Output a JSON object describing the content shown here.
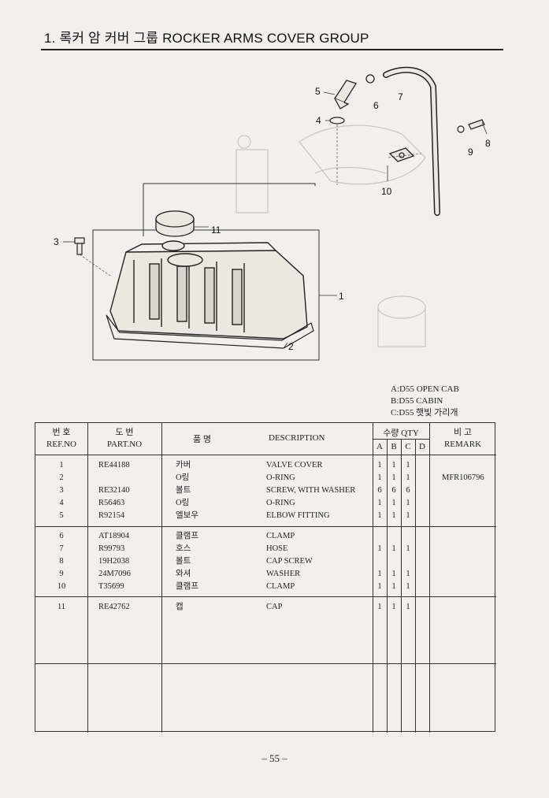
{
  "page": {
    "title": "1. 록커 암 커버 그룹  ROCKER ARMS COVER GROUP",
    "page_number": "– 55 –"
  },
  "diagram": {
    "callouts": [
      "1",
      "2",
      "3",
      "4",
      "5",
      "6",
      "7",
      "8",
      "9",
      "10",
      "11"
    ]
  },
  "legend": {
    "lines": [
      "A:D55 OPEN CAB",
      "B:D55 CABIN",
      "C:D55 햇빛 가리개"
    ]
  },
  "table": {
    "headers": {
      "ref_ko": "번 호",
      "ref_en": "REF.NO",
      "part_ko": "도 번",
      "part_en": "PART.NO",
      "name_ko": "품 명",
      "description": "DESCRIPTION",
      "qty_label": "수량 QTY",
      "qty_cols": [
        "A",
        "B",
        "C",
        "D"
      ],
      "remark_ko": "비 고",
      "remark_en": "REMARK"
    },
    "groups": [
      {
        "rows": [
          {
            "ref": "1",
            "part": "RE44188",
            "name": "카버",
            "desc": "VALVE COVER",
            "a": "1",
            "b": "1",
            "c": "1",
            "d": "",
            "remark": ""
          },
          {
            "ref": "2",
            "part": "",
            "name": "O링",
            "desc": "O-RING",
            "a": "1",
            "b": "1",
            "c": "1",
            "d": "",
            "remark": "MFR106796"
          },
          {
            "ref": "3",
            "part": "RE32140",
            "name": "볼트",
            "desc": "SCREW, WITH WASHER",
            "a": "6",
            "b": "6",
            "c": "6",
            "d": "",
            "remark": ""
          },
          {
            "ref": "4",
            "part": "R56463",
            "name": "O링",
            "desc": "O-RING",
            "a": "1",
            "b": "1",
            "c": "1",
            "d": "",
            "remark": ""
          },
          {
            "ref": "5",
            "part": "R92154",
            "name": "엘보우",
            "desc": "ELBOW FITTING",
            "a": "1",
            "b": "1",
            "c": "1",
            "d": "",
            "remark": ""
          }
        ]
      },
      {
        "rows": [
          {
            "ref": "6",
            "part": "AT18904",
            "name": "클램프",
            "desc": "CLAMP",
            "a": "",
            "b": "",
            "c": "",
            "d": "",
            "remark": ""
          },
          {
            "ref": "7",
            "part": "R99793",
            "name": "호스",
            "desc": "HOSE",
            "a": "1",
            "b": "1",
            "c": "1",
            "d": "",
            "remark": ""
          },
          {
            "ref": "8",
            "part": "19H2038",
            "name": "볼트",
            "desc": "CAP SCREW",
            "a": "",
            "b": "",
            "c": "",
            "d": "",
            "remark": ""
          },
          {
            "ref": "9",
            "part": "24M7096",
            "name": "와셔",
            "desc": "WASHER",
            "a": "1",
            "b": "1",
            "c": "1",
            "d": "",
            "remark": ""
          },
          {
            "ref": "10",
            "part": "T35699",
            "name": "클램프",
            "desc": "CLAMP",
            "a": "1",
            "b": "1",
            "c": "1",
            "d": "",
            "remark": ""
          }
        ]
      },
      {
        "rows": [
          {
            "ref": "11",
            "part": "RE42762",
            "name": "캡",
            "desc": "CAP",
            "a": "1",
            "b": "1",
            "c": "1",
            "d": "",
            "remark": ""
          }
        ]
      }
    ]
  }
}
